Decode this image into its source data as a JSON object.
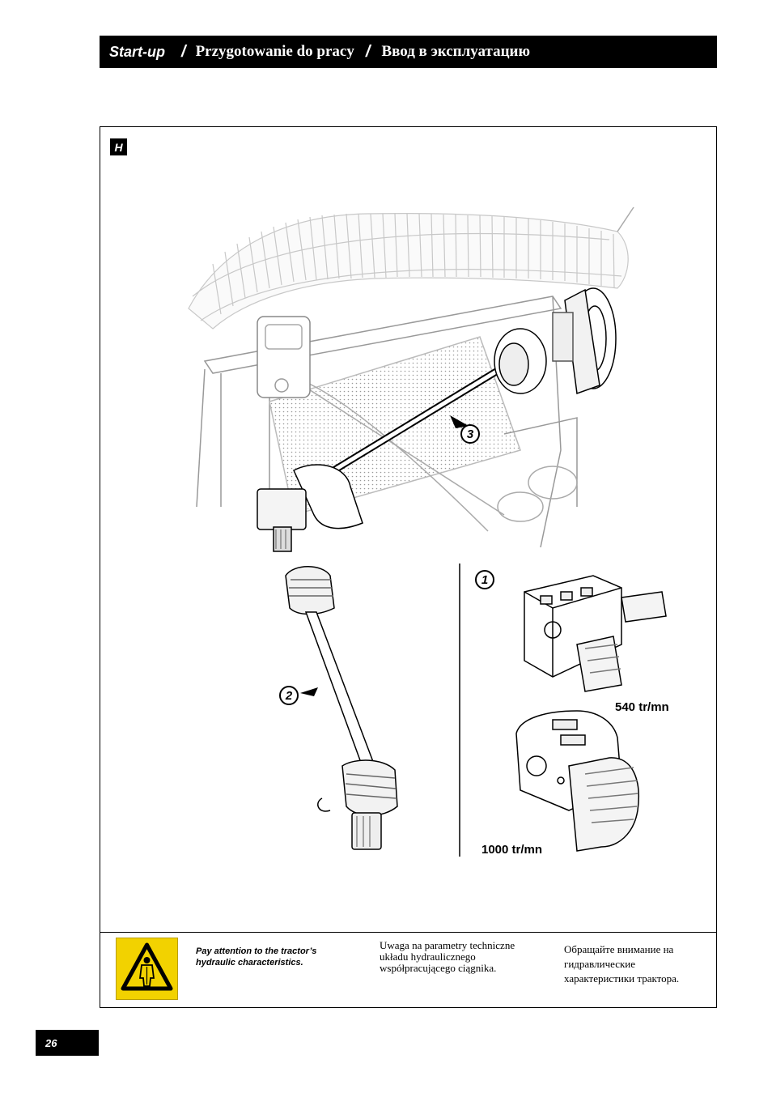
{
  "header": {
    "title_en": "Start-up",
    "separator": "/",
    "title_pl": "Przygotowanie do pracy",
    "title_ru": "Ввод в эксплуатацию"
  },
  "figure": {
    "badge": "H",
    "callouts": [
      "1",
      "2",
      "3"
    ],
    "speed_540": "540 tr/mn",
    "speed_1000": "1000 tr/mn"
  },
  "warning": {
    "icon": "hydraulic-warning-icon",
    "text_en": "Pay attention to the tractor’s hydraulic characteristics.",
    "text_pl": "Uwaga na parametry techniczne układu hydraulicznego współpracującego ciągnika.",
    "text_ru": "Обращайте внимание на гидравлические характеристики трактора."
  },
  "page_number": "26",
  "colors": {
    "warning_yellow": "#f2d200",
    "bar_black": "#000000"
  }
}
